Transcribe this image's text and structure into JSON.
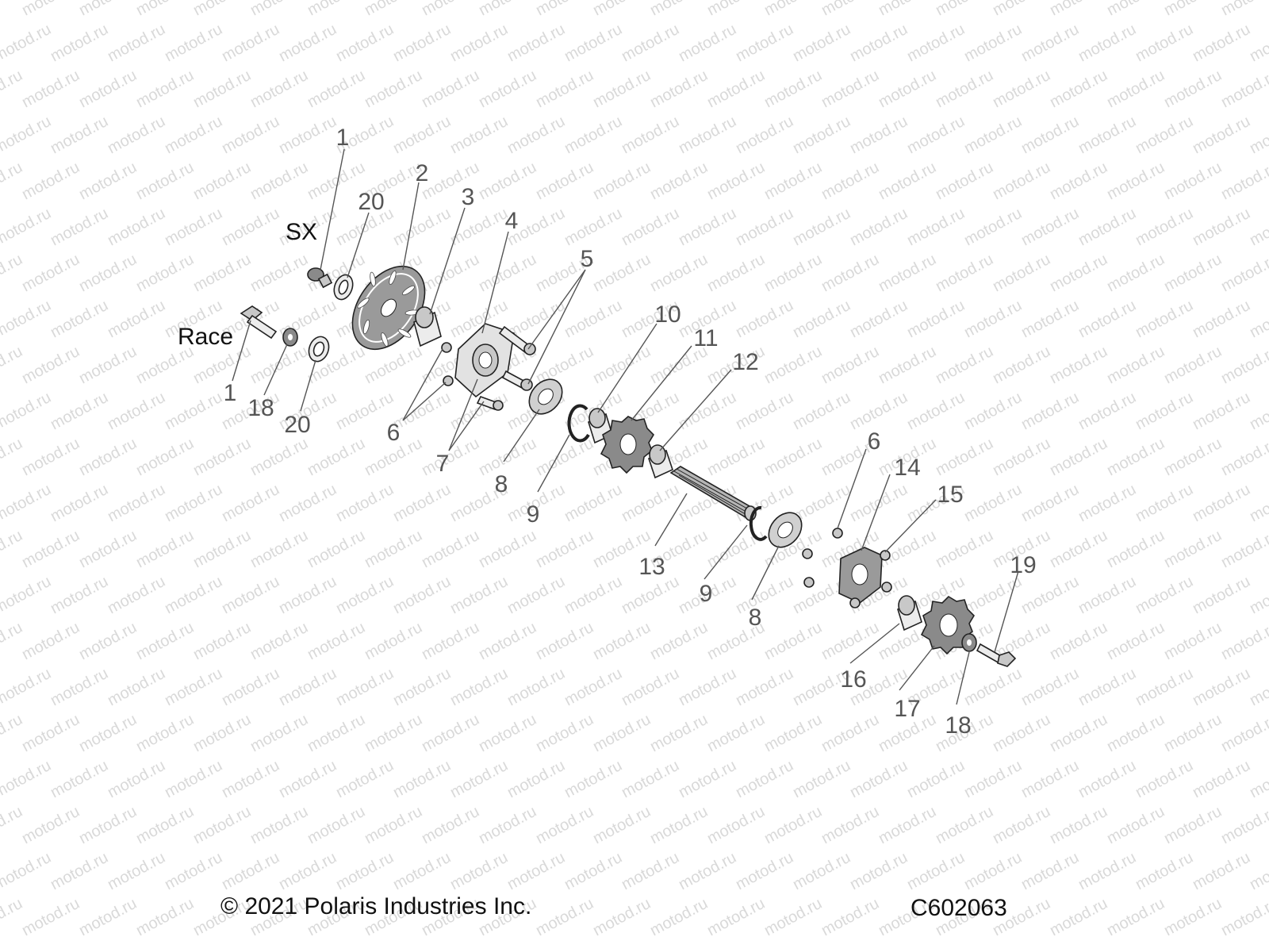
{
  "watermark": "motod.ru",
  "variants": {
    "sx": "SX",
    "race": "Race"
  },
  "callouts": {
    "n1_top": "1",
    "n1_bottom": "1",
    "n2": "2",
    "n3": "3",
    "n4": "4",
    "n5": "5",
    "n6_left": "6",
    "n6_right": "6",
    "n7": "7",
    "n8_left": "8",
    "n8_right": "8",
    "n9_left": "9",
    "n9_right": "9",
    "n10": "10",
    "n11": "11",
    "n12": "12",
    "n13": "13",
    "n14": "14",
    "n15": "15",
    "n16": "16",
    "n17": "17",
    "n18_left": "18",
    "n18_right": "18",
    "n19": "19",
    "n20_top": "20",
    "n20_bottom": "20"
  },
  "footer": {
    "copyright": "© 2021 Polaris Industries Inc.",
    "drawing_id": "C602063"
  },
  "colors": {
    "line": "#222222",
    "callout_text": "#555555",
    "part_light": "#ececec",
    "part_mid": "#c8c8c8",
    "part_dark": "#8a8a8a",
    "watermark": "#d9d9d9"
  }
}
